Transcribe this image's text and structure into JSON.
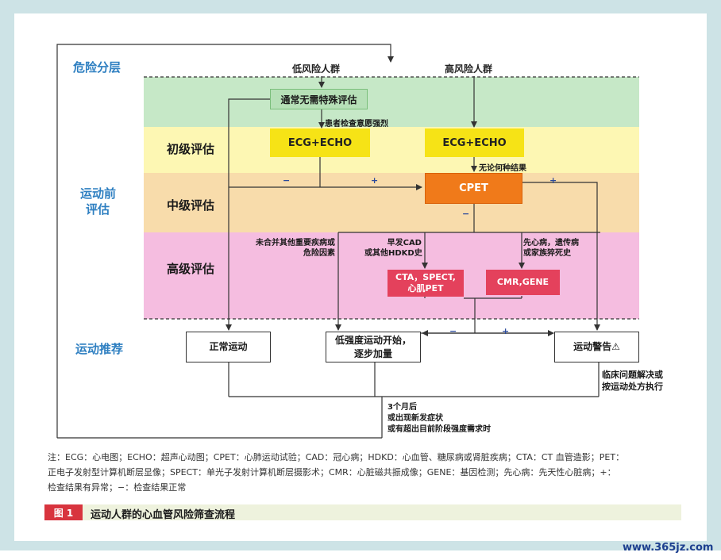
{
  "side_labels": {
    "risk": "危险分层",
    "pre": "运动前\n评估",
    "pre_line1": "运动前",
    "pre_line2": "评估",
    "rec": "运动推荐"
  },
  "stages": {
    "primary": "初级评估",
    "middle": "中级评估",
    "advanced": "高级评估"
  },
  "groups": {
    "low": "低风险人群",
    "high": "高风险人群"
  },
  "boxes": {
    "no_special": "通常无需特殊评估",
    "ecg_echo_low": "ECG+ECHO",
    "ecg_echo_high": "ECG+ECHO",
    "cpet": "CPET",
    "cta_line1": "CTA，SPECT,",
    "cta_line2": "心肌PET",
    "cmr": "CMR,GENE",
    "normal_ex": "正常运动",
    "low_int_line1": "低强度运动开始，",
    "low_int_line2": "逐步加量",
    "warning": "运动警告⚠"
  },
  "annotations": {
    "patient_wish": "患者检查意愿强烈",
    "regardless": "无论何种结果",
    "no_comorb_line1": "未合并其他重要疾病或",
    "no_comorb_line2": "危险因素",
    "early_cad_line1": "早发CAD",
    "early_cad_line2": "或其他HDKD史",
    "chd_line1": "先心病，遗传病",
    "chd_line2": "或家族猝死史",
    "clinical_line1": "临床问题解决或",
    "clinical_line2": "按运动处方执行",
    "after_line1": "3个月后",
    "after_line2": "或出现新发症状",
    "after_line3": "或有超出目前阶段强度需求时"
  },
  "signs": {
    "minus": "−",
    "plus": "+"
  },
  "note_lines": [
    "注：ECG：心电图；ECHO：超声心动图；CPET：心肺运动试验；CAD：冠心病；HDKD：心血管、糖尿病或肾脏疾病；CTA：CT 血管造影；PET：",
    "正电子发射型计算机断层显像；SPECT：单光子发射计算机断层摄影术；CMR：心脏磁共振成像；GENE：基因检测；先心病：先天性心脏病；+：",
    "检查结果有异常；−：检查结果正常"
  ],
  "caption": {
    "tag": "图 1",
    "text": "运动人群的心血管风险筛查流程"
  },
  "watermark": "www.365jz.com",
  "colors": {
    "band_green": "#c6e8c7",
    "band_yellow": "#fdf7b3",
    "band_orange": "#f8dcab",
    "band_pink": "#f5bde0",
    "frame": "#cde3e6",
    "accent_blue": "#2e7fc1",
    "cpet_orange": "#f07a1a",
    "red_box": "#e4415c",
    "yellow_box": "#f6e316"
  }
}
